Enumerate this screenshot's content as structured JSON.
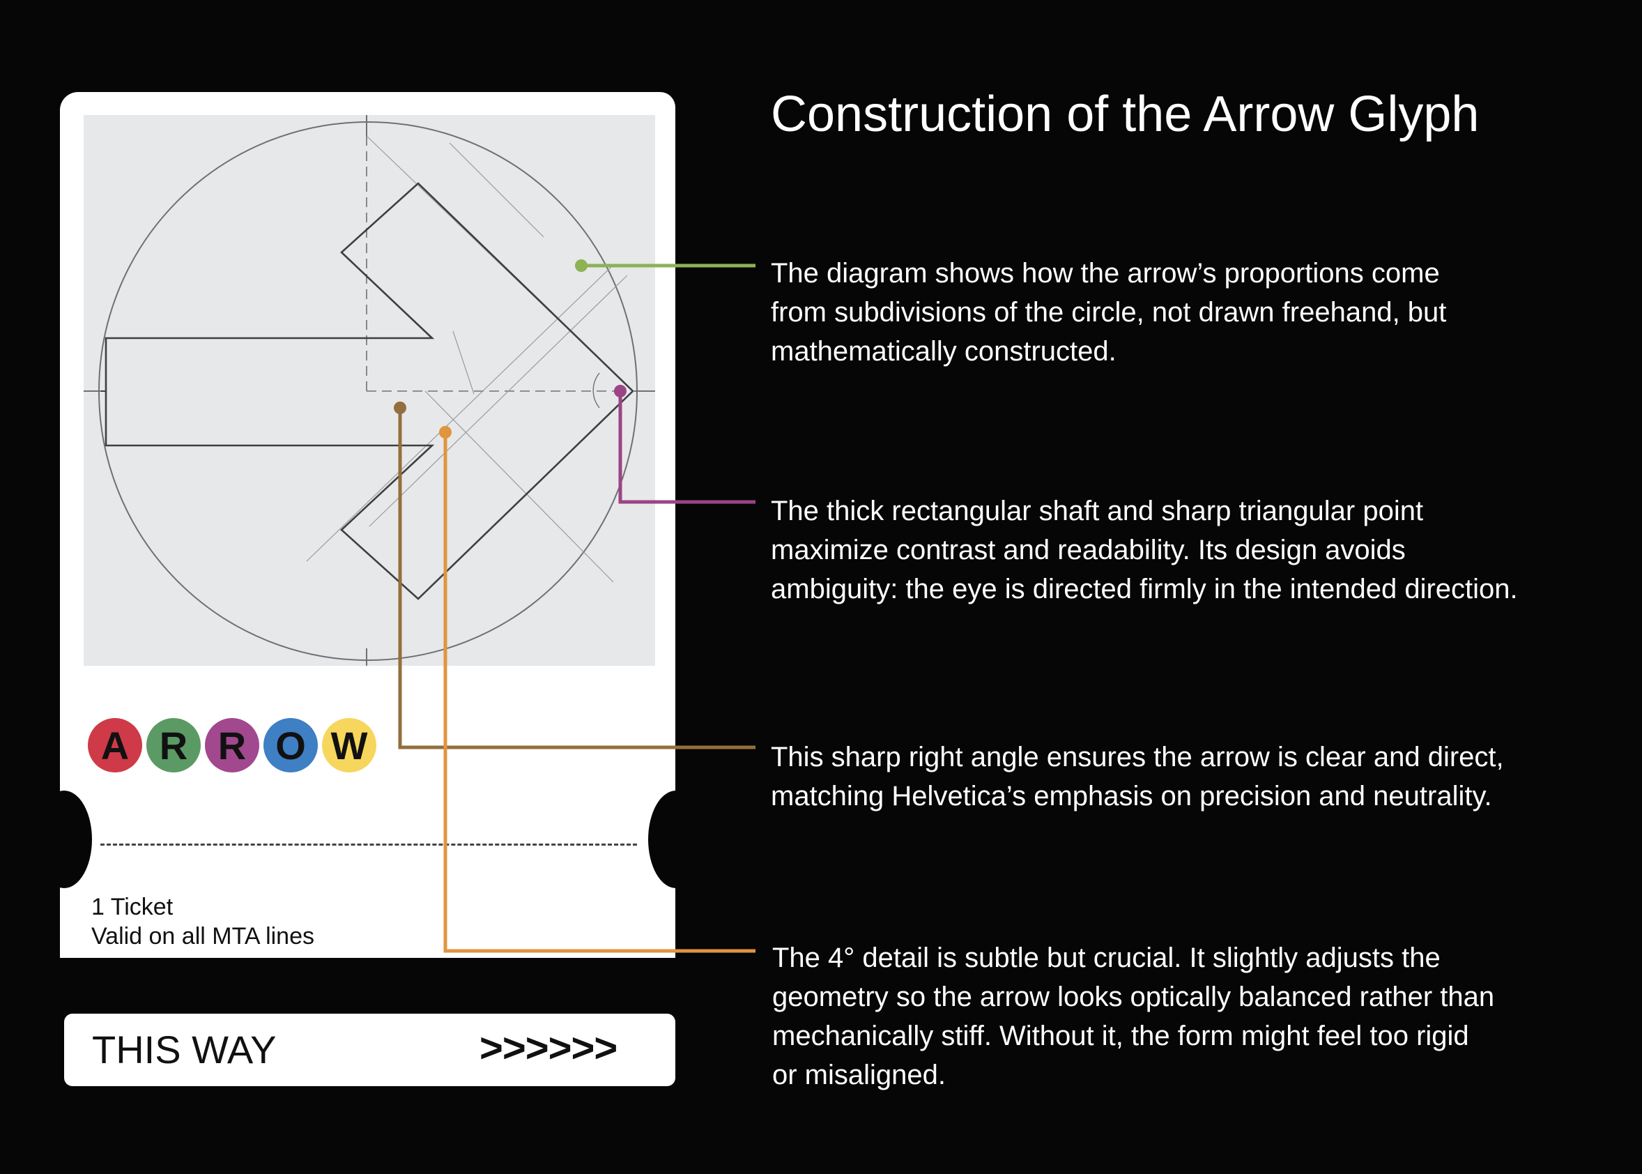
{
  "title": "Construction of the Arrow Glyph",
  "ticket": {
    "badges": [
      {
        "letter": "A",
        "color": "#cf3a48"
      },
      {
        "letter": "R",
        "color": "#5b9a64"
      },
      {
        "letter": "R",
        "color": "#a2488f"
      },
      {
        "letter": "O",
        "color": "#3f7fc4"
      },
      {
        "letter": "W",
        "color": "#f6d65d"
      }
    ],
    "count": "1 Ticket",
    "validity": "Valid on all MTA lines",
    "stub_label": "THIS WAY",
    "stub_arrows": ">>>>>>"
  },
  "notes": [
    {
      "color": "#8db255",
      "lines": [
        "The diagram shows how the arrow’s proportions come",
        "from subdivisions of the circle, not drawn freehand, but",
        "mathematically constructed."
      ]
    },
    {
      "color": "#9a4585",
      "lines": [
        "The thick rectangular shaft and sharp triangular point",
        "maximize contrast and readability. Its design avoids",
        "ambiguity: the eye is directed firmly in the intended direction."
      ]
    },
    {
      "color": "#936e3e",
      "lines": [
        "This sharp right angle ensures the arrow is clear and direct,",
        "matching Helvetica’s emphasis on precision and neutrality."
      ]
    },
    {
      "color": "#e0953f",
      "lines": [
        "The 4° detail is subtle but crucial. It slightly adjusts the",
        "geometry so the arrow looks optically balanced rather than",
        "mechanically stiff. Without it, the form might feel too rigid",
        "or misaligned."
      ]
    }
  ]
}
